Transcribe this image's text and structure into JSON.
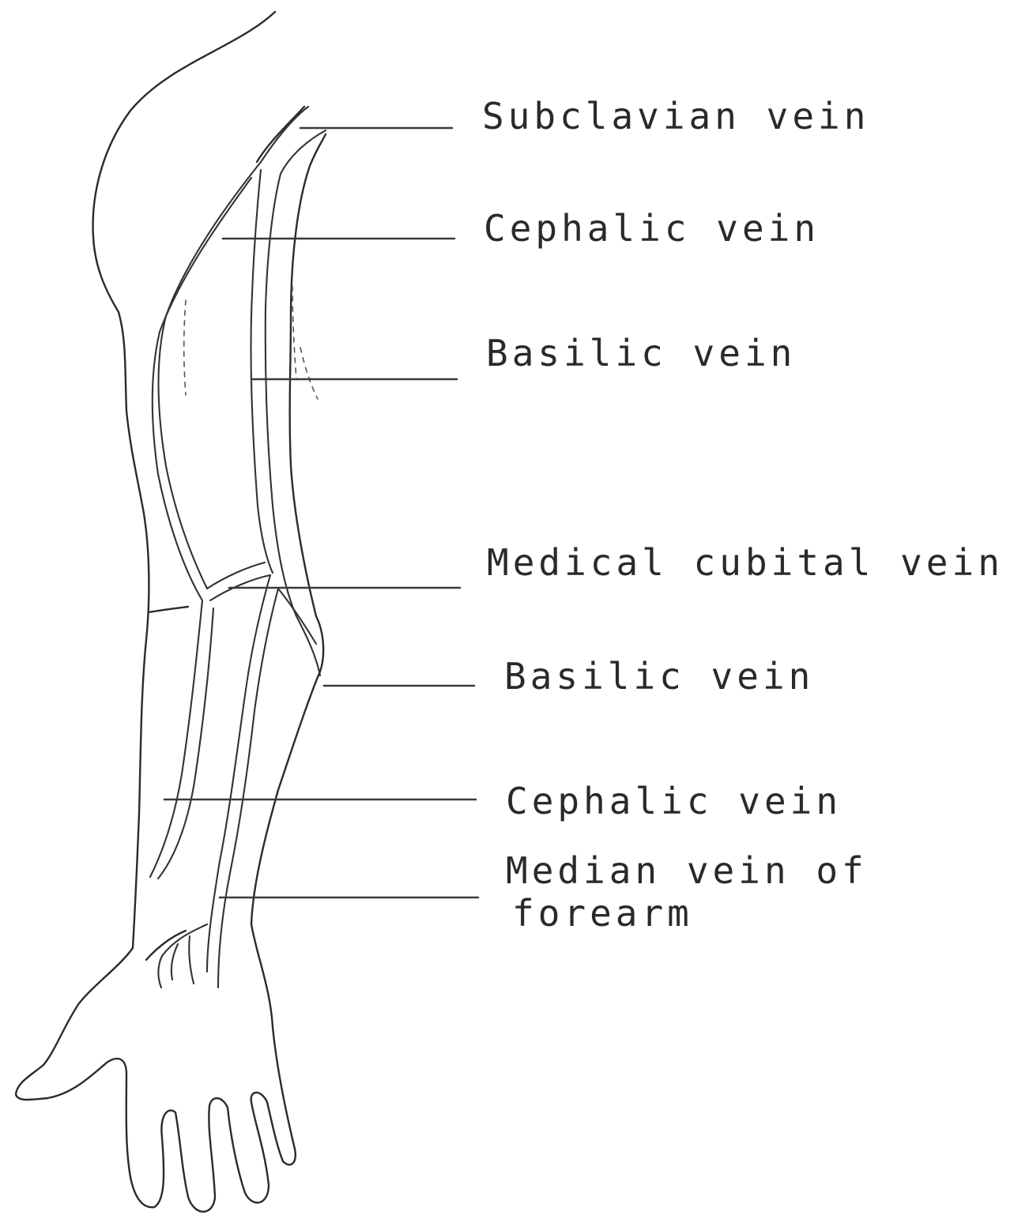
{
  "labels": {
    "subclavian": "Subclavian vein",
    "cephalic_upper": "Cephalic vein",
    "basilic_upper": "Basilic vein",
    "median_cubital": "Medical cubital vein",
    "basilic_lower": "Basilic vein",
    "cephalic_lower": "Cephalic vein",
    "median_forearm_line1": "Median vein of",
    "median_forearm_line2": "forearm"
  },
  "colors": {
    "ink": "#2b2b2b",
    "background": "#ffffff"
  }
}
